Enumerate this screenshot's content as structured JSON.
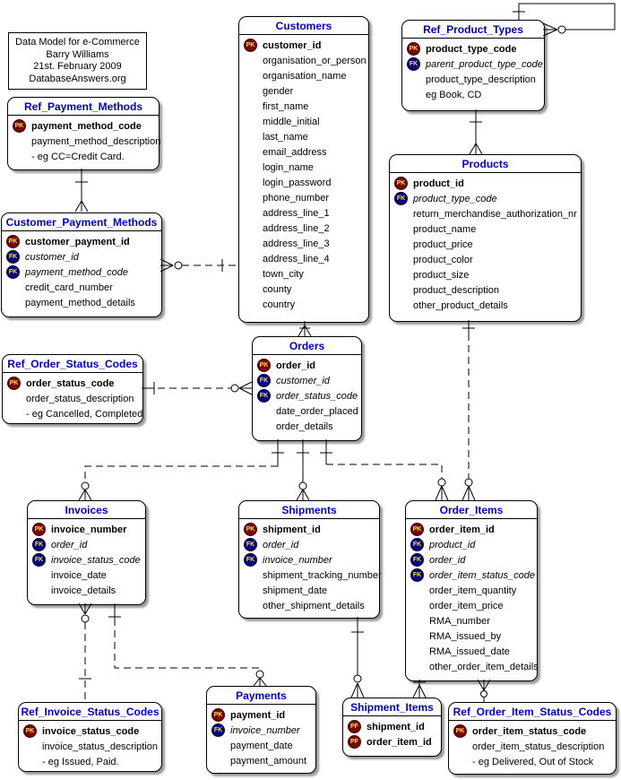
{
  "note": {
    "lines": [
      "Data Model for e-Commerce",
      "Barry Williams",
      "21st. February 2009",
      "DatabaseAnswers.org"
    ]
  },
  "colors": {
    "entity_title": "#0000CC",
    "pk_badge": "#7A0000",
    "fk_badge": "#00007A",
    "badge_text": "#FFE14D",
    "line": "#000000"
  },
  "entities": [
    {
      "id": "customers",
      "title": "Customers",
      "rows": [
        {
          "badge": "PK",
          "text": "customer_id"
        },
        {
          "badge": null,
          "text": "organisation_or_person"
        },
        {
          "badge": null,
          "text": "organisation_name"
        },
        {
          "badge": null,
          "text": "gender"
        },
        {
          "badge": null,
          "text": "first_name"
        },
        {
          "badge": null,
          "text": "middle_initial"
        },
        {
          "badge": null,
          "text": "last_name"
        },
        {
          "badge": null,
          "text": "email_address"
        },
        {
          "badge": null,
          "text": "login_name"
        },
        {
          "badge": null,
          "text": "login_password"
        },
        {
          "badge": null,
          "text": "phone_number"
        },
        {
          "badge": null,
          "text": "address_line_1"
        },
        {
          "badge": null,
          "text": "address_line_2"
        },
        {
          "badge": null,
          "text": "address_line_3"
        },
        {
          "badge": null,
          "text": "address_line_4"
        },
        {
          "badge": null,
          "text": "town_city"
        },
        {
          "badge": null,
          "text": "county"
        },
        {
          "badge": null,
          "text": "country"
        }
      ]
    },
    {
      "id": "ref_payment_methods",
      "title": "Ref_Payment_Methods",
      "rows": [
        {
          "badge": "PK",
          "text": "payment_method_code"
        },
        {
          "badge": null,
          "text": "payment_method_description"
        },
        {
          "badge": null,
          "text": "- eg CC=Credit Card."
        }
      ]
    },
    {
      "id": "customer_payment_methods",
      "title": "Customer_Payment_Methods",
      "rows": [
        {
          "badge": "PK",
          "text": "customer_payment_id"
        },
        {
          "badge": "FK",
          "text": "customer_id"
        },
        {
          "badge": "FK",
          "text": "payment_method_code"
        },
        {
          "badge": null,
          "text": "credit_card_number"
        },
        {
          "badge": null,
          "text": "payment_method_details"
        }
      ]
    },
    {
      "id": "ref_product_types",
      "title": "Ref_Product_Types",
      "rows": [
        {
          "badge": "PK",
          "text": "product_type_code"
        },
        {
          "badge": "FK",
          "text": "parent_product_type_code"
        },
        {
          "badge": null,
          "text": "product_type_description"
        },
        {
          "badge": null,
          "text": "eg Book, CD"
        }
      ]
    },
    {
      "id": "products",
      "title": "Products",
      "rows": [
        {
          "badge": "PK",
          "text": "product_id"
        },
        {
          "badge": "FK",
          "text": "product_type_code"
        },
        {
          "badge": null,
          "text": "return_merchandise_authorization_nr"
        },
        {
          "badge": null,
          "text": "product_name"
        },
        {
          "badge": null,
          "text": "product_price"
        },
        {
          "badge": null,
          "text": "product_color"
        },
        {
          "badge": null,
          "text": "product_size"
        },
        {
          "badge": null,
          "text": "product_description"
        },
        {
          "badge": null,
          "text": "other_product_details"
        }
      ]
    },
    {
      "id": "orders",
      "title": "Orders",
      "rows": [
        {
          "badge": "PK",
          "text": "order_id"
        },
        {
          "badge": "FK",
          "text": "customer_id"
        },
        {
          "badge": "FK",
          "text": "order_status_code"
        },
        {
          "badge": null,
          "text": "date_order_placed"
        },
        {
          "badge": null,
          "text": "order_details"
        }
      ]
    },
    {
      "id": "ref_order_status_codes",
      "title": "Ref_Order_Status_Codes",
      "rows": [
        {
          "badge": "PK",
          "text": "order_status_code"
        },
        {
          "badge": null,
          "text": "order_status_description"
        },
        {
          "badge": null,
          "text": "- eg Cancelled, Completed"
        }
      ]
    },
    {
      "id": "invoices",
      "title": "Invoices",
      "rows": [
        {
          "badge": "PK",
          "text": "invoice_number"
        },
        {
          "badge": "FK",
          "text": "order_id"
        },
        {
          "badge": "FK",
          "text": "invoice_status_code"
        },
        {
          "badge": null,
          "text": "invoice_date"
        },
        {
          "badge": null,
          "text": "invoice_details"
        }
      ]
    },
    {
      "id": "shipments",
      "title": "Shipments",
      "rows": [
        {
          "badge": "PK",
          "text": "shipment_id"
        },
        {
          "badge": "FK",
          "text": "order_id"
        },
        {
          "badge": "FK",
          "text": "invoice_number"
        },
        {
          "badge": null,
          "text": "shipment_tracking_number"
        },
        {
          "badge": null,
          "text": "shipment_date"
        },
        {
          "badge": null,
          "text": "other_shipment_details"
        }
      ]
    },
    {
      "id": "order_items",
      "title": "Order_Items",
      "rows": [
        {
          "badge": "PK",
          "text": "order_item_id"
        },
        {
          "badge": "FK",
          "text": "product_id"
        },
        {
          "badge": "FK",
          "text": "order_id"
        },
        {
          "badge": "FK",
          "text": "order_item_status_code"
        },
        {
          "badge": null,
          "text": "order_item_quantity"
        },
        {
          "badge": null,
          "text": "order_item_price"
        },
        {
          "badge": null,
          "text": "RMA_number"
        },
        {
          "badge": null,
          "text": "RMA_issued_by"
        },
        {
          "badge": null,
          "text": "RMA_issued_date"
        },
        {
          "badge": null,
          "text": "other_order_item_details"
        }
      ]
    },
    {
      "id": "ref_invoice_status_codes",
      "title": "Ref_Invoice_Status_Codes",
      "rows": [
        {
          "badge": "PK",
          "text": "invoice_status_code"
        },
        {
          "badge": null,
          "text": "invoice_status_description"
        },
        {
          "badge": null,
          "text": "- eg Issued, Paid."
        }
      ]
    },
    {
      "id": "payments",
      "title": "Payments",
      "rows": [
        {
          "badge": "PK",
          "text": "payment_id"
        },
        {
          "badge": "FK",
          "text": "invoice_number"
        },
        {
          "badge": null,
          "text": "payment_date"
        },
        {
          "badge": null,
          "text": "payment_amount"
        }
      ]
    },
    {
      "id": "shipment_items",
      "title": "Shipment_Items",
      "rows": [
        {
          "badge": "PF",
          "text": "shipment_id"
        },
        {
          "badge": "PF",
          "text": "order_item_id"
        }
      ]
    },
    {
      "id": "ref_order_item_status_codes",
      "title": "Ref_Order_Item_Status_Codes",
      "rows": [
        {
          "badge": "PK",
          "text": "order_item_status_code"
        },
        {
          "badge": null,
          "text": "order_item_status_description"
        },
        {
          "badge": null,
          "text": "- eg Delivered, Out of Stock"
        }
      ]
    }
  ],
  "relationships": [
    {
      "from": "Ref_Payment_Methods",
      "to": "Customer_Payment_Methods",
      "cardinality": "one-to-many"
    },
    {
      "from": "Customers",
      "to": "Customer_Payment_Methods",
      "cardinality": "one-to-many"
    },
    {
      "from": "Customers",
      "to": "Orders",
      "cardinality": "one-to-many"
    },
    {
      "from": "Ref_Order_Status_Codes",
      "to": "Orders",
      "cardinality": "one-to-many"
    },
    {
      "from": "Ref_Product_Types",
      "to": "Ref_Product_Types",
      "cardinality": "one-to-many recursive"
    },
    {
      "from": "Ref_Product_Types",
      "to": "Products",
      "cardinality": "one-to-many"
    },
    {
      "from": "Orders",
      "to": "Invoices",
      "cardinality": "one-to-many"
    },
    {
      "from": "Orders",
      "to": "Shipments",
      "cardinality": "one-to-many"
    },
    {
      "from": "Orders",
      "to": "Order_Items",
      "cardinality": "one-to-many"
    },
    {
      "from": "Products",
      "to": "Order_Items",
      "cardinality": "one-to-many"
    },
    {
      "from": "Ref_Invoice_Status_Codes",
      "to": "Invoices",
      "cardinality": "one-to-many"
    },
    {
      "from": "Invoices",
      "to": "Payments",
      "cardinality": "one-to-many"
    },
    {
      "from": "Shipments",
      "to": "Shipment_Items",
      "cardinality": "one-to-many"
    },
    {
      "from": "Order_Items",
      "to": "Shipment_Items",
      "cardinality": "one-to-many"
    },
    {
      "from": "Ref_Order_Item_Status_Codes",
      "to": "Order_Items",
      "cardinality": "one-to-many"
    }
  ]
}
